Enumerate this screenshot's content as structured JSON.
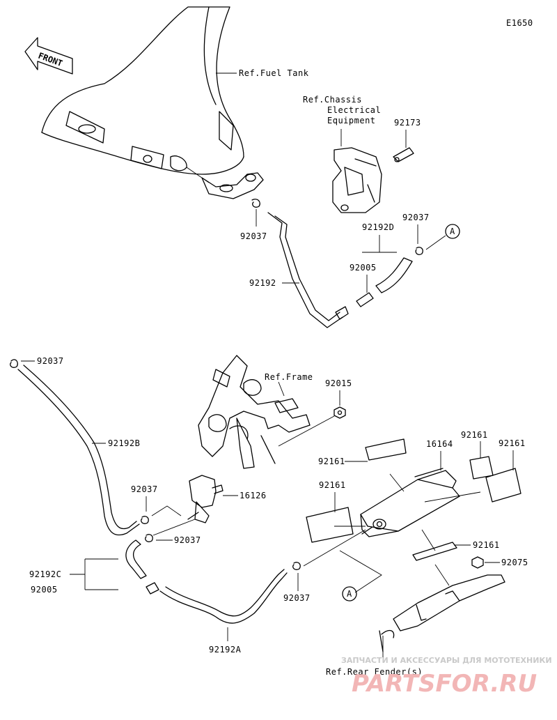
{
  "diagram_code": "E1650",
  "front_label": "FRONT",
  "refs": {
    "fuel_tank": "Ref.Fuel Tank",
    "chassis_line1": "Ref.Chassis",
    "chassis_line2": "Electrical",
    "chassis_line3": "Equipment",
    "frame": "Ref.Frame",
    "rear_fender": "Ref.Rear Fender(s)"
  },
  "parts": {
    "p92173": "92173",
    "p92037_a": "92037",
    "p92192D": "92192D",
    "p92037_b": "92037",
    "p92005_a": "92005",
    "p92192": "92192",
    "p92037_c": "92037",
    "p92015": "92015",
    "p92192B": "92192B",
    "p92037_d": "92037",
    "p16126": "16126",
    "p92037_e": "92037",
    "p92192C": "92192C",
    "p92005_b": "92005",
    "p92192A": "92192A",
    "p92037_f": "92037",
    "p92161_a": "92161",
    "p16164": "16164",
    "p92161_b": "92161",
    "p92161_c": "92161",
    "p92161_d": "92161",
    "p92161_e": "92161",
    "p92075": "92075"
  },
  "markers": {
    "a1": "A",
    "a2": "A"
  },
  "watermark": {
    "caption": "ЗАПЧАСТИ И АКСЕССУАРЫ ДЛЯ МОТОТЕХНИКИ",
    "logo": "PARTSFOR.RU"
  }
}
